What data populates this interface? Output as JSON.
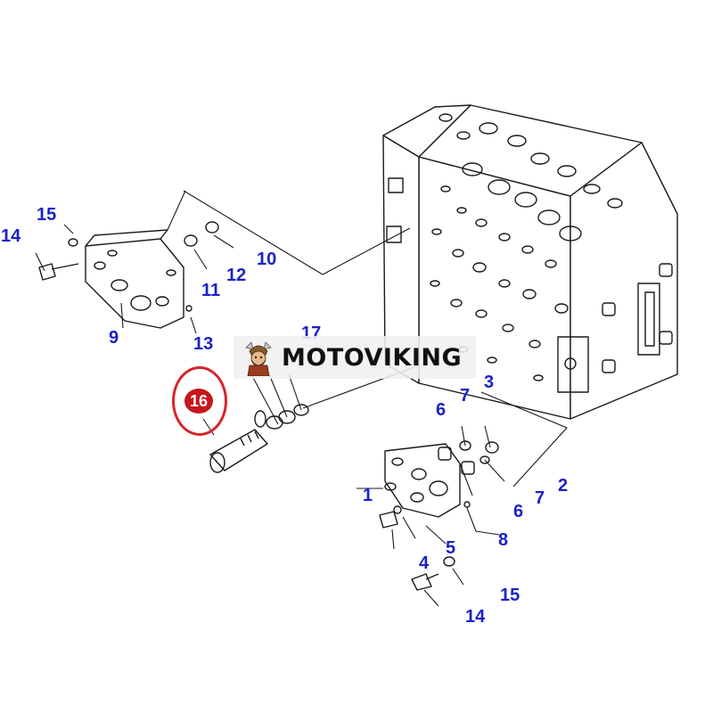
{
  "diagram": {
    "callouts": {
      "c1": "1",
      "c2": "2",
      "c3": "3",
      "c4": "4",
      "c5": "5",
      "c6a": "6",
      "c6b": "6",
      "c7a": "7",
      "c7b": "7",
      "c8": "8",
      "c9": "9",
      "c10": "10",
      "c11": "11",
      "c12": "12",
      "c13": "13",
      "c14a": "14",
      "c14b": "14",
      "c15a": "15",
      "c15b": "15",
      "c17": "17"
    },
    "highlight": {
      "label": "16",
      "color": "#d8232a"
    },
    "label_color": "#1a22c8"
  },
  "watermark": {
    "text": "MOTOVIKING",
    "logo": "viking-mascot-icon"
  }
}
